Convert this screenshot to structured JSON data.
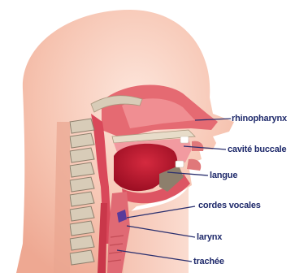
{
  "labels": {
    "rhinopharynx": "rhinopharynx",
    "cavite_buccale": "cavité buccale",
    "langue": "langue",
    "cordes_vocales": "cordes vocales",
    "larynx": "larynx",
    "trachee": "trachée"
  },
  "colors": {
    "skin": "#f6c3b0",
    "skin_light": "#fbe0d4",
    "tissue": "#d9485a",
    "tongue": "#b8122b",
    "bone": "#d8ccb8",
    "vertebra": "#8d7f6c",
    "label_text": "#1f2a6b",
    "leader_line": "#2a2f6e"
  }
}
